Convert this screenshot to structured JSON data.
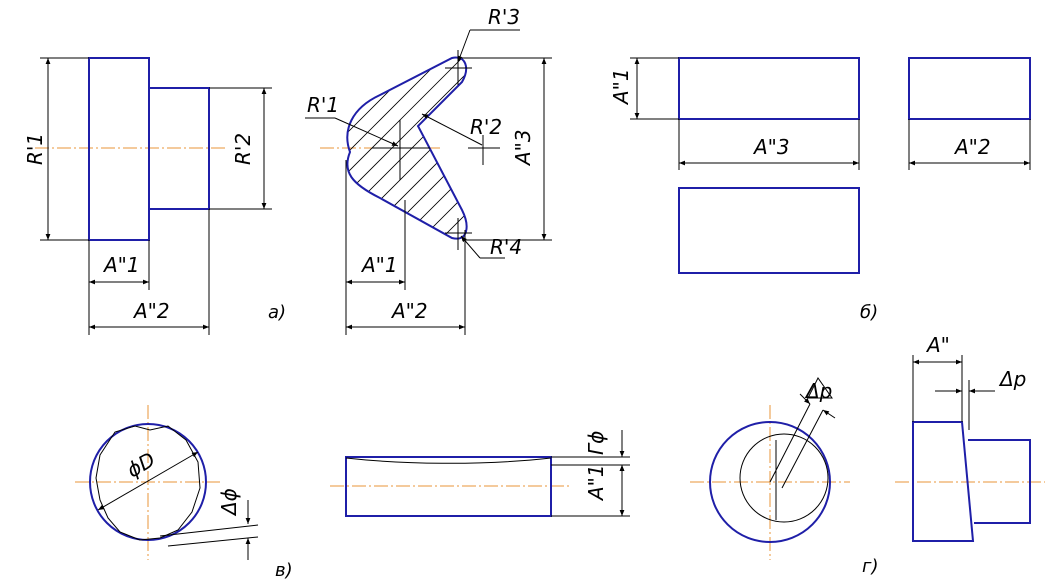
{
  "colors": {
    "outline": "#1f1fa8",
    "axis": "#e8943a",
    "line": "#000000"
  },
  "panel_a": {
    "label": "а)",
    "shaft": {
      "R1": "R'1",
      "R2": "R'2",
      "A1": "A\"1",
      "A2": "A\"2"
    },
    "vee": {
      "R1": "R'1",
      "R2": "R'2",
      "R3": "R'3",
      "R4": "R'4",
      "A1": "A\"1",
      "A2": "A\"2",
      "A3": "A\"3"
    }
  },
  "panel_b": {
    "label": "б)",
    "A1": "A\"1",
    "A3": "A\"3",
    "A2": "A\"2"
  },
  "panel_v": {
    "label": "в)",
    "phiD": "ϕD",
    "delta_phi": "Δϕ",
    "gamma_phi": "Γϕ",
    "A1": "A\"1"
  },
  "panel_g": {
    "label": "г)",
    "delta_p_left": "Δp",
    "A": "A\"",
    "delta_p_right": "Δp"
  }
}
